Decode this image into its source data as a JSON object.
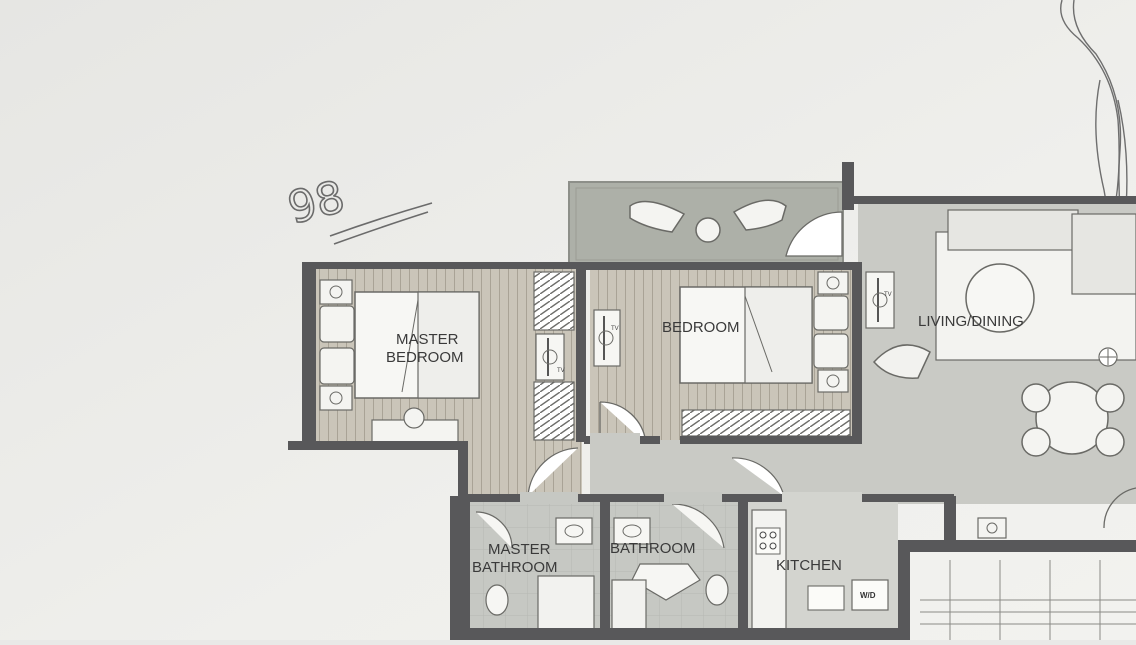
{
  "handwritten_note": "98",
  "rooms": {
    "master_bedroom": [
      "MASTER",
      "BEDROOM"
    ],
    "bedroom": "BEDROOM",
    "living_dining": "LIVING/DINING",
    "master_bathroom": [
      "MASTER",
      "BATHROOM"
    ],
    "bathroom": "BATHROOM",
    "kitchen": "KITCHEN"
  },
  "fixtures": {
    "tv_label": "TV",
    "washer_dryer_label": "W/D"
  },
  "colors": {
    "paper": "#ecece9",
    "wall": "#555552",
    "floor": "#cfd0cc",
    "timber": "#c8c3b6",
    "balcony": "#aaada5",
    "line": "#6a6a66"
  }
}
